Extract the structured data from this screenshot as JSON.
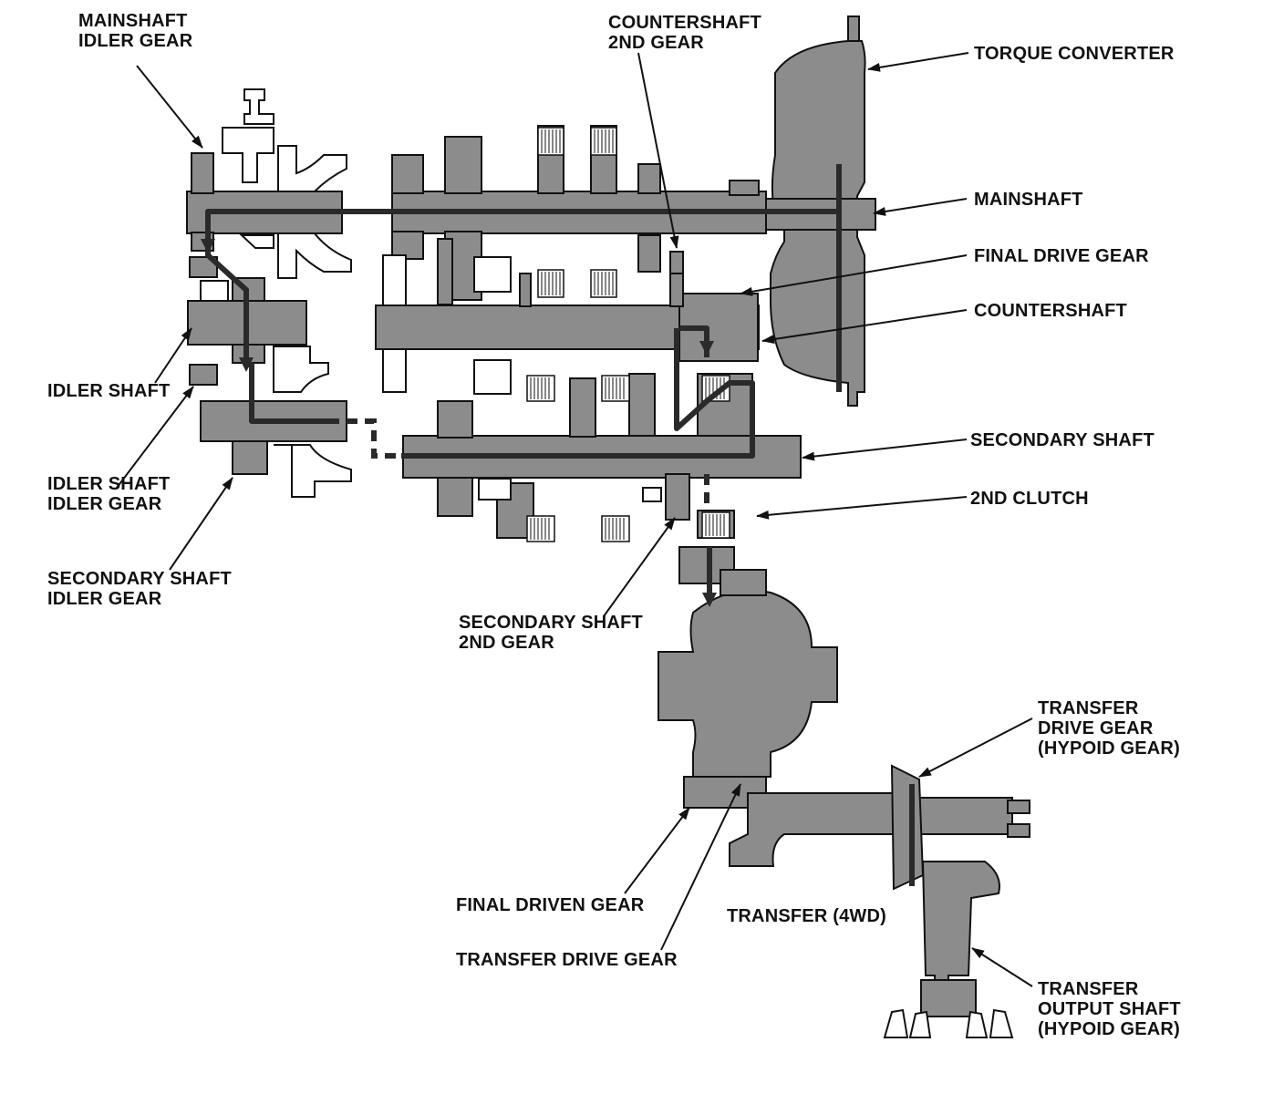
{
  "colors": {
    "ink": "#111111",
    "part_fill": "#8c8c8c",
    "part_dark": "#6e6e6e",
    "path": "#2a2a2a",
    "paper": "#ffffff"
  },
  "labels": {
    "mainshaft_idler_gear": "MAINSHAFT\nIDLER GEAR",
    "countershaft_2nd_gear": "COUNTERSHAFT\n2ND GEAR",
    "torque_converter": "TORQUE CONVERTER",
    "mainshaft": "MAINSHAFT",
    "final_drive_gear": "FINAL DRIVE GEAR",
    "countershaft": "COUNTERSHAFT",
    "idler_shaft": "IDLER SHAFT",
    "secondary_shaft": "SECONDARY SHAFT",
    "second_clutch": "2ND CLUTCH",
    "idler_shaft_idler_gear": "IDLER SHAFT\nIDLER GEAR",
    "secondary_shaft_idler_gear": "SECONDARY SHAFT\nIDLER GEAR",
    "secondary_shaft_2nd_gear": "SECONDARY SHAFT\n2ND GEAR",
    "transfer_drive_gear_hypoid": "TRANSFER\nDRIVE GEAR\n(HYPOID GEAR)",
    "final_driven_gear": "FINAL DRIVEN GEAR",
    "transfer_4wd": "TRANSFER (4WD)",
    "transfer_drive_gear": "TRANSFER DRIVE GEAR",
    "transfer_output_shaft_hypoid": "TRANSFER\nOUTPUT SHAFT\n(HYPOID GEAR)"
  }
}
